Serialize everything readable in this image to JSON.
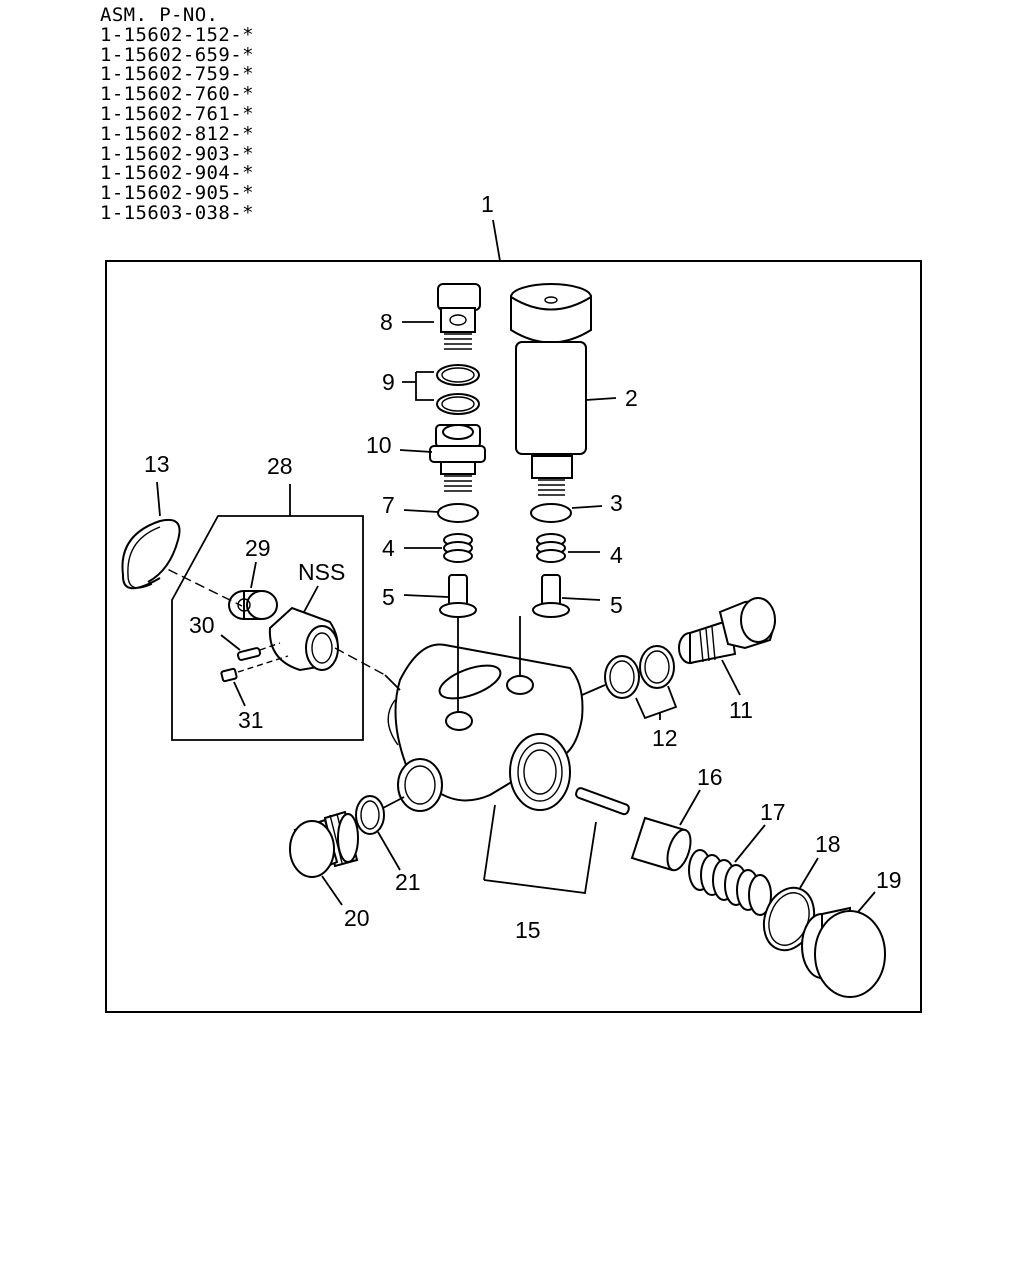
{
  "header": {
    "title": "ASM. P-NO.",
    "part_numbers": [
      "1-15602-152-*",
      "1-15602-659-*",
      "1-15602-759-*",
      "1-15602-760-*",
      "1-15602-761-*",
      "1-15602-812-*",
      "1-15602-903-*",
      "1-15602-904-*",
      "1-15602-905-*",
      "1-15603-038-*"
    ]
  },
  "callouts": {
    "c1": "1",
    "c2": "2",
    "c3": "3",
    "c4a": "4",
    "c4b": "4",
    "c5a": "5",
    "c5b": "5",
    "c7": "7",
    "c8": "8",
    "c9": "9",
    "c10": "10",
    "c11": "11",
    "c12": "12",
    "c13": "13",
    "c15": "15",
    "c16": "16",
    "c17": "17",
    "c18": "18",
    "c19": "19",
    "c20": "20",
    "c21": "21",
    "c28": "28",
    "c29": "29",
    "c30": "30",
    "c31": "31",
    "nss": "NSS"
  }
}
